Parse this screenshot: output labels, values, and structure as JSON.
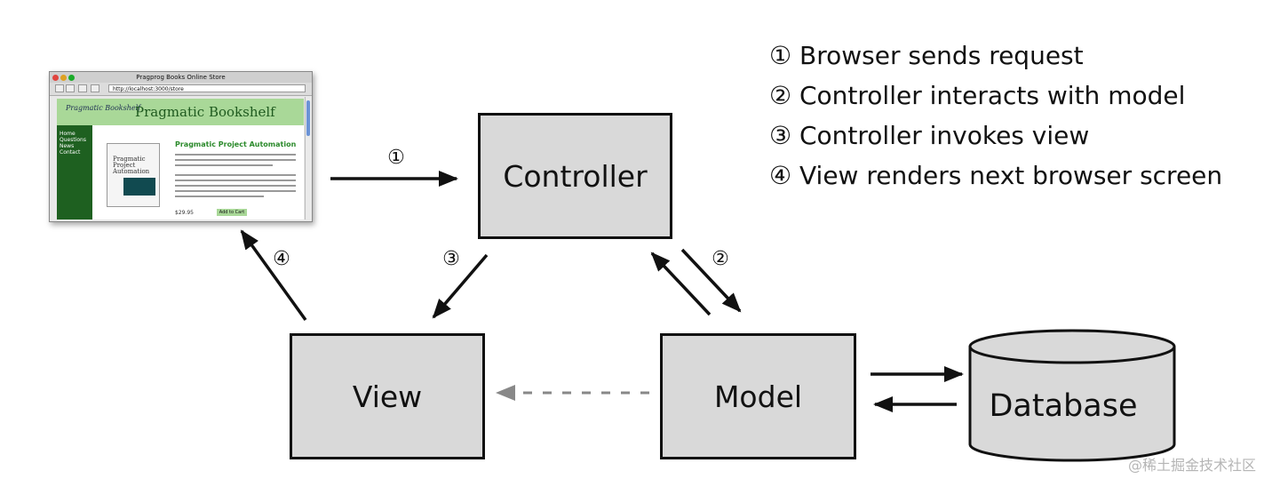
{
  "legend": [
    "① Browser sends request",
    "② Controller interacts with model",
    "③ Controller invokes view",
    "④ View renders next browser screen"
  ],
  "nodes": {
    "controller": "Controller",
    "view": "View",
    "model": "Model",
    "database": "Database"
  },
  "step_labels": {
    "s1": "①",
    "s2": "②",
    "s3": "③",
    "s4": "④"
  },
  "browser": {
    "window_title": "Pragprog Books Online Store",
    "url": "http://localhost:3000/store",
    "banner_title": "Pragmatic Bookshelf",
    "banner_logo": "Pragmatic Bookshelf",
    "nav": [
      "Home",
      "Questions",
      "News",
      "Contact"
    ],
    "product_title": "Pragmatic Project Automation",
    "cover_text": "Pragmatic Project Automation",
    "price": "$29.95",
    "add_to_cart": "Add to Cart"
  },
  "watermark": "@稀土掘金技术社区"
}
